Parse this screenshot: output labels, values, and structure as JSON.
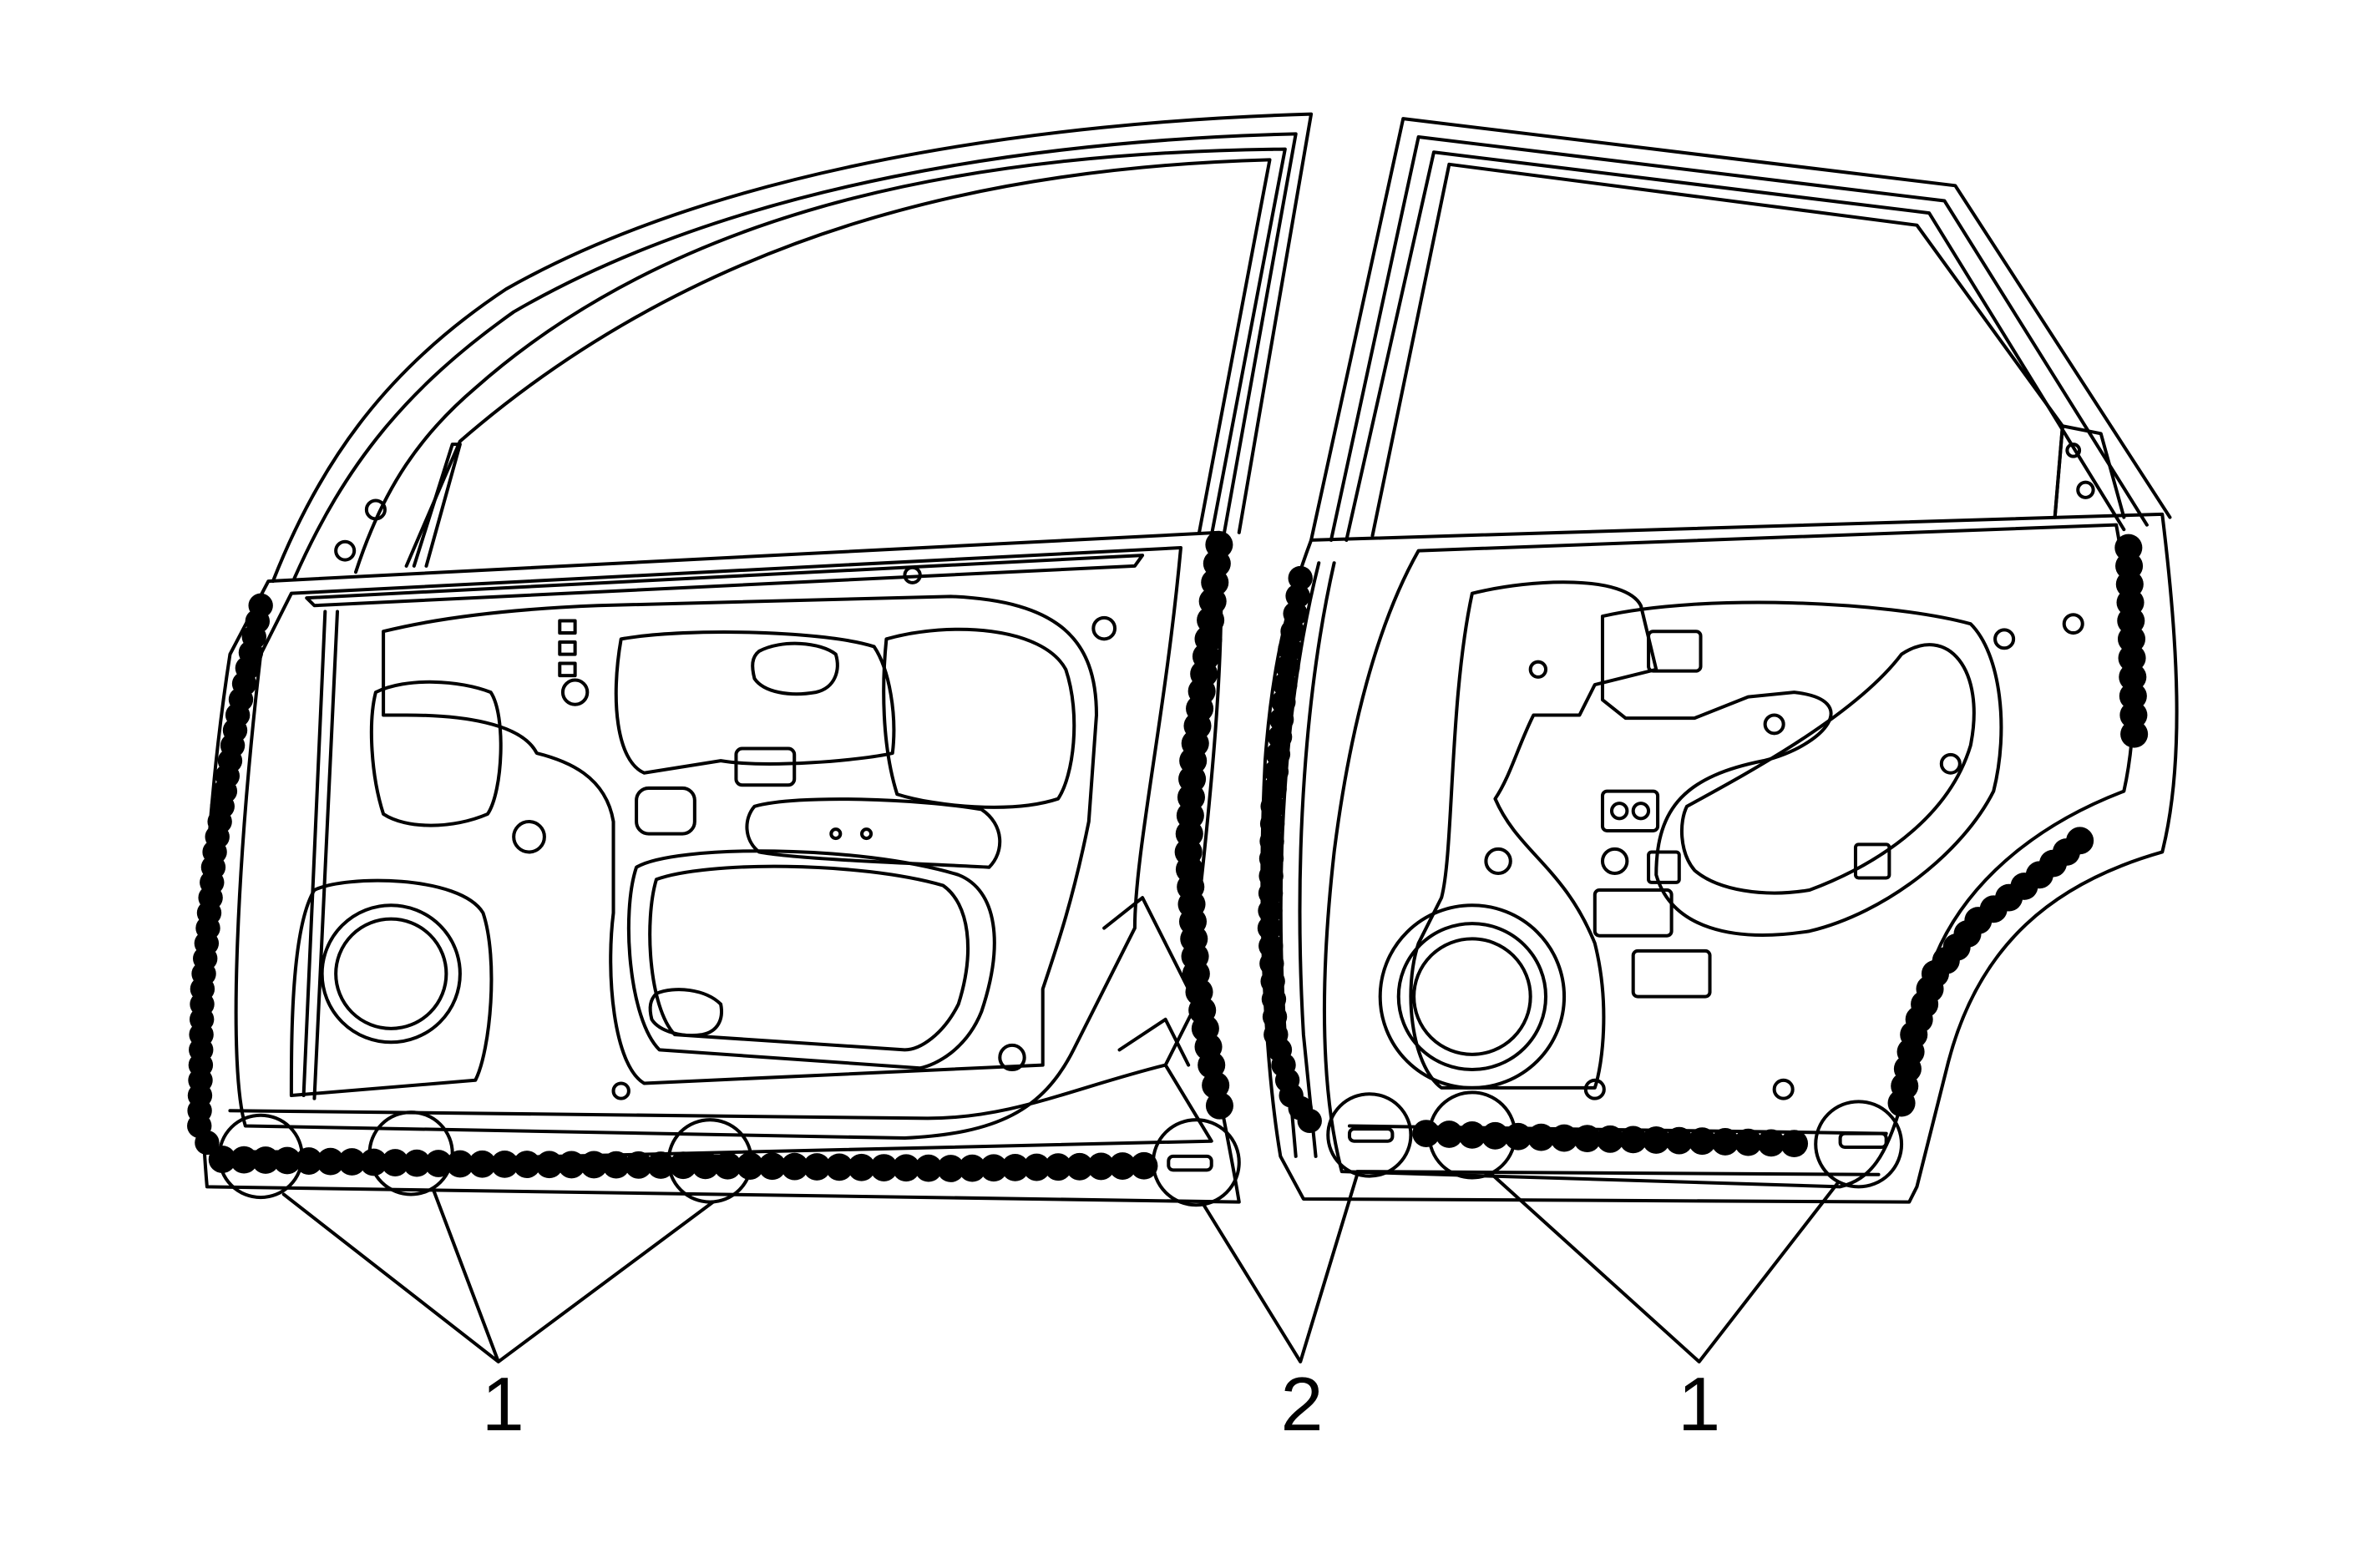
{
  "diagram": {
    "front_door": {
      "callout_label": "1",
      "clip_label": "2"
    },
    "rear_door": {
      "callout_label": "1",
      "clip_label": "2"
    },
    "colors": {
      "line": "#000000",
      "background": "#ffffff",
      "sealer": "#000000"
    }
  }
}
